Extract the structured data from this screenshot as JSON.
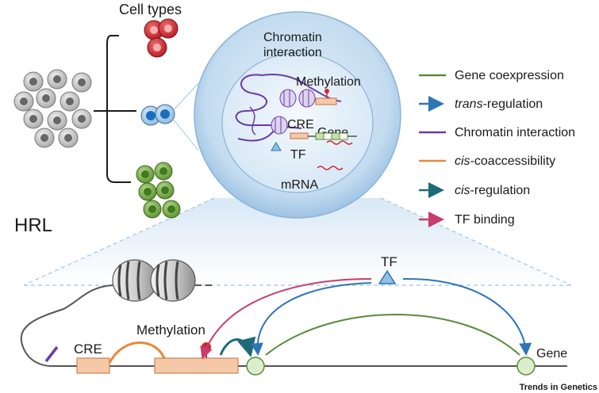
{
  "left_panel": {
    "title": "Cell types",
    "mixture_label": "HRL"
  },
  "nucleus": {
    "chromatin_interaction_label": [
      "Chromatin",
      "interaction"
    ],
    "methylation_label": "Methylation",
    "cre_label": "CRE",
    "gene_label": "Gene",
    "tf_label": "TF",
    "mrna_label": "mRNA"
  },
  "legend": {
    "items": [
      {
        "label": "Gene coexpression",
        "italic_prefix": "",
        "rest": "Gene coexpression",
        "color": "#5a8a3a"
      },
      {
        "label": "trans-regulation",
        "italic_prefix": "trans",
        "rest": "-regulation",
        "color": "#2e75b6"
      },
      {
        "label": "Chromatin interaction",
        "italic_prefix": "",
        "rest": "Chromatin interaction",
        "color": "#6a3aa8"
      },
      {
        "label": "cis-coaccessibility",
        "italic_prefix": "cis",
        "rest": "-coaccessibility",
        "color": "#e8883a"
      },
      {
        "label": "cis-regulation",
        "italic_prefix": "cis",
        "rest": "-regulation",
        "color": "#1e6a78"
      },
      {
        "label": "TF binding",
        "italic_prefix": "",
        "rest": "TF binding",
        "color": "#c83c6e"
      }
    ]
  },
  "bottom": {
    "tf_label": "TF",
    "cre_label": "CRE",
    "methylation_label": "Methylation",
    "gene_label": "Gene"
  },
  "footer": {
    "journal": "Trends in Genetics"
  },
  "colors": {
    "red_cell": "#d0282e",
    "blue_cell": "#2878c8",
    "green_cell": "#6aa03a",
    "gray_cell": "#bdbdbd",
    "nucleus_fill": "#bcd7ee",
    "region_fill": "#e3eef8"
  }
}
